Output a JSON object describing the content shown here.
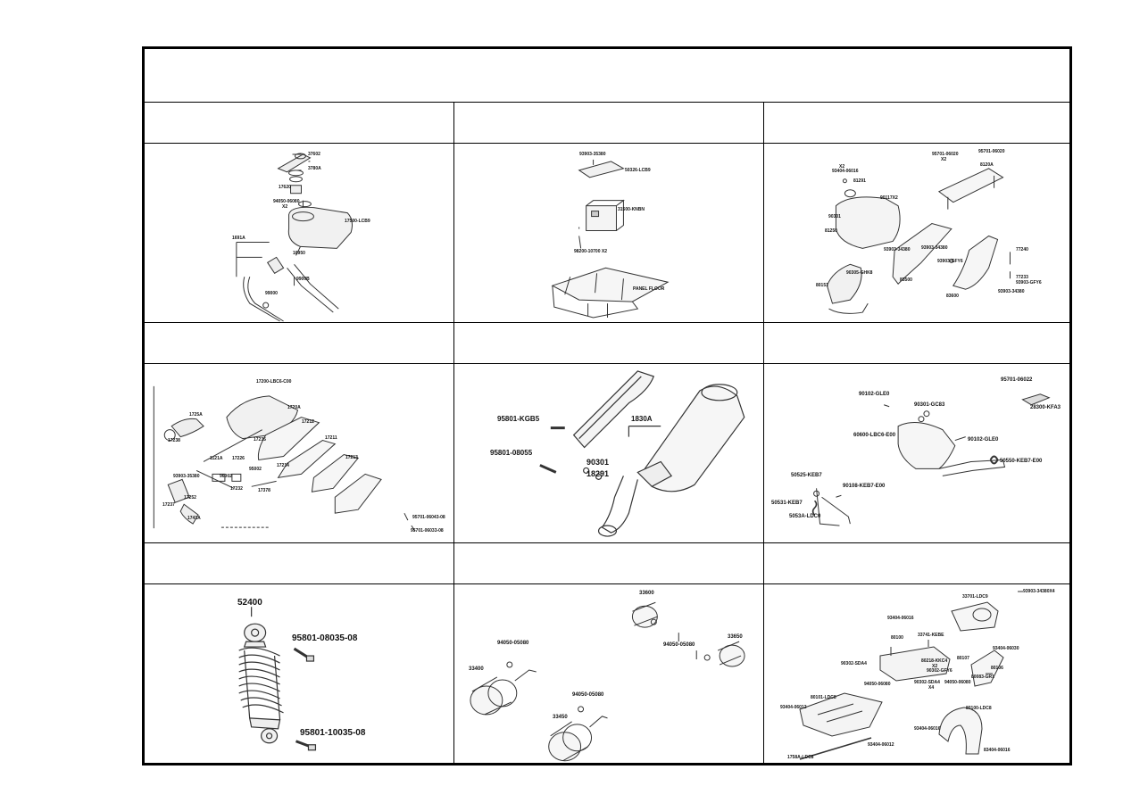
{
  "diagrams": {
    "fuel_tank": {
      "labels": [
        "37602",
        "3780A",
        "17620",
        "94050-06080",
        "X2",
        "17500-LCB9",
        "1691A",
        "16950",
        "9900B",
        "99000"
      ]
    },
    "battery": {
      "labels": [
        "93903-35380",
        "50326-LCB9",
        "31500-KNBN",
        "98200-10700 X2",
        "PANEL FLOOR"
      ]
    },
    "seat_cowl": {
      "labels": [
        "X2",
        "93404-06016",
        "81291",
        "90117X2",
        "90301",
        "81250",
        "95701-06020",
        "X2",
        "95701-06020",
        "8120A",
        "93903-34380",
        "93903-34380",
        "93903-GFY6",
        "83500",
        "77240",
        "77233",
        "93903-GFY6",
        "93903-34380",
        "90305-GHK8",
        "80151",
        "83600"
      ]
    },
    "air_cleaner": {
      "labels": [
        "17200-LBC6-C00",
        "1720A",
        "1725A",
        "17235",
        "17238",
        "17212",
        "17211",
        "17213",
        "1121A",
        "17226",
        "96002",
        "95002",
        "17214",
        "93903-35380",
        "17232",
        "17378",
        "17237",
        "1741A",
        "17252",
        "95701-06043-08",
        "95701-06033-08"
      ]
    },
    "muffler": {
      "labels": [
        "95801-KGB5",
        "1830A",
        "95801-08055",
        "90301",
        "18291"
      ]
    },
    "stand": {
      "labels": [
        "95701-06022",
        "90102-GLE0",
        "90301-GC83",
        "28300-KFA3",
        "60600-LBC6-E00",
        "90102-GLE0",
        "50550-KEB7-E00",
        "50525-KEB7",
        "90108-KEB7-E00",
        "50531-KEB7",
        "5053A-LDC0"
      ]
    },
    "rear_shock": {
      "labels": [
        "52400",
        "95801-08035-08",
        "95801-10035-08"
      ]
    },
    "turn_signals": {
      "labels": [
        "33600",
        "94050-05080",
        "94050-05080",
        "33650",
        "33400",
        "94050-05080",
        "33450"
      ]
    },
    "rear_fender": {
      "labels": [
        "93903-34380X4",
        "33701-LDC9",
        "93404-06016",
        "80100",
        "33741-KEBE",
        "93404-06030",
        "90302-SDA4",
        "80218-KKC4",
        "X2",
        "90302-GFY6",
        "80107",
        "80106",
        "94050-06080",
        "90302-SDA4",
        "X4",
        "94050-06080",
        "80083-GR1",
        "80101-LDC8",
        "93404-06012",
        "80100-LDC8",
        "93404-06016",
        "93404-06012",
        "1758A-LDC8",
        "83404-06016"
      ]
    }
  },
  "colors": {
    "line": "#000000",
    "drawing": "#333333"
  }
}
